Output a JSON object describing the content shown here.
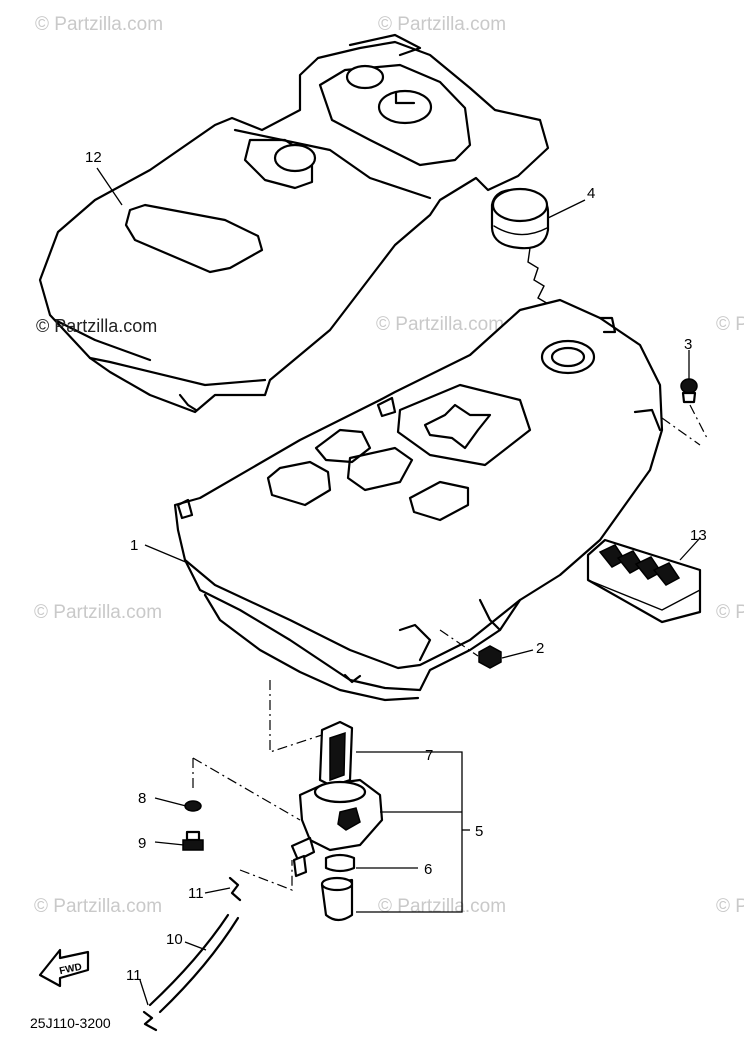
{
  "callouts": {
    "c1": "1",
    "c2": "2",
    "c3": "3",
    "c4": "4",
    "c5": "5",
    "c6": "6",
    "c7": "7",
    "c8": "8",
    "c9": "9",
    "c10": "10",
    "c11a": "11",
    "c11b": "11",
    "c12": "12",
    "c13": "13"
  },
  "diagram_code": "25J110-3200",
  "fwd_label": "FWD",
  "watermark": {
    "main": "© Partzilla.com",
    "faint": "© Partzilla.com"
  }
}
